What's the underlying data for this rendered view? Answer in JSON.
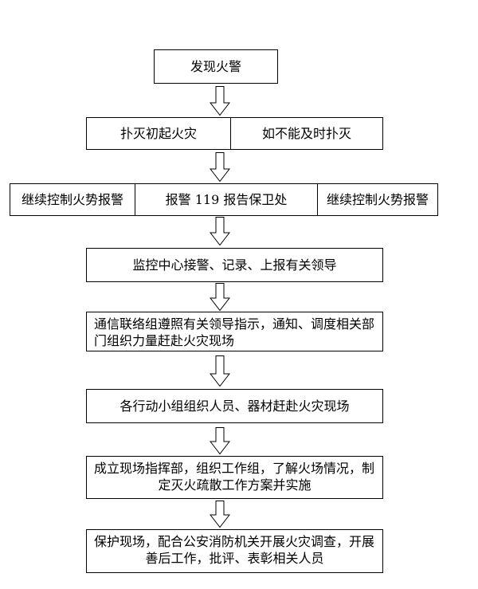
{
  "flowchart": {
    "step1": "发现火警",
    "step2": {
      "left": "扑灭初起火灾",
      "right": "如不能及时扑灭"
    },
    "step3": {
      "left": "继续控制火势报警",
      "center": "报警 119 报告保卫处",
      "right": "继续控制火势报警"
    },
    "step4": "监控中心接警、记录、上报有关领导",
    "step5": [
      "通信联络组遵照有关领导指示，通知、调度相关部",
      "门组织力量赶赴火灾现场"
    ],
    "step6": "各行动小组组织人员、器材赶赴火灾现场",
    "step7": [
      "成立现场指挥部，组织工作组，了解火场情况，制",
      "定灭火疏散工作方案并实施"
    ],
    "step8": [
      "保护现场，配合公安消防机关开展火灾调查，开展",
      "善后工作，批评、表彰相关人员"
    ]
  }
}
